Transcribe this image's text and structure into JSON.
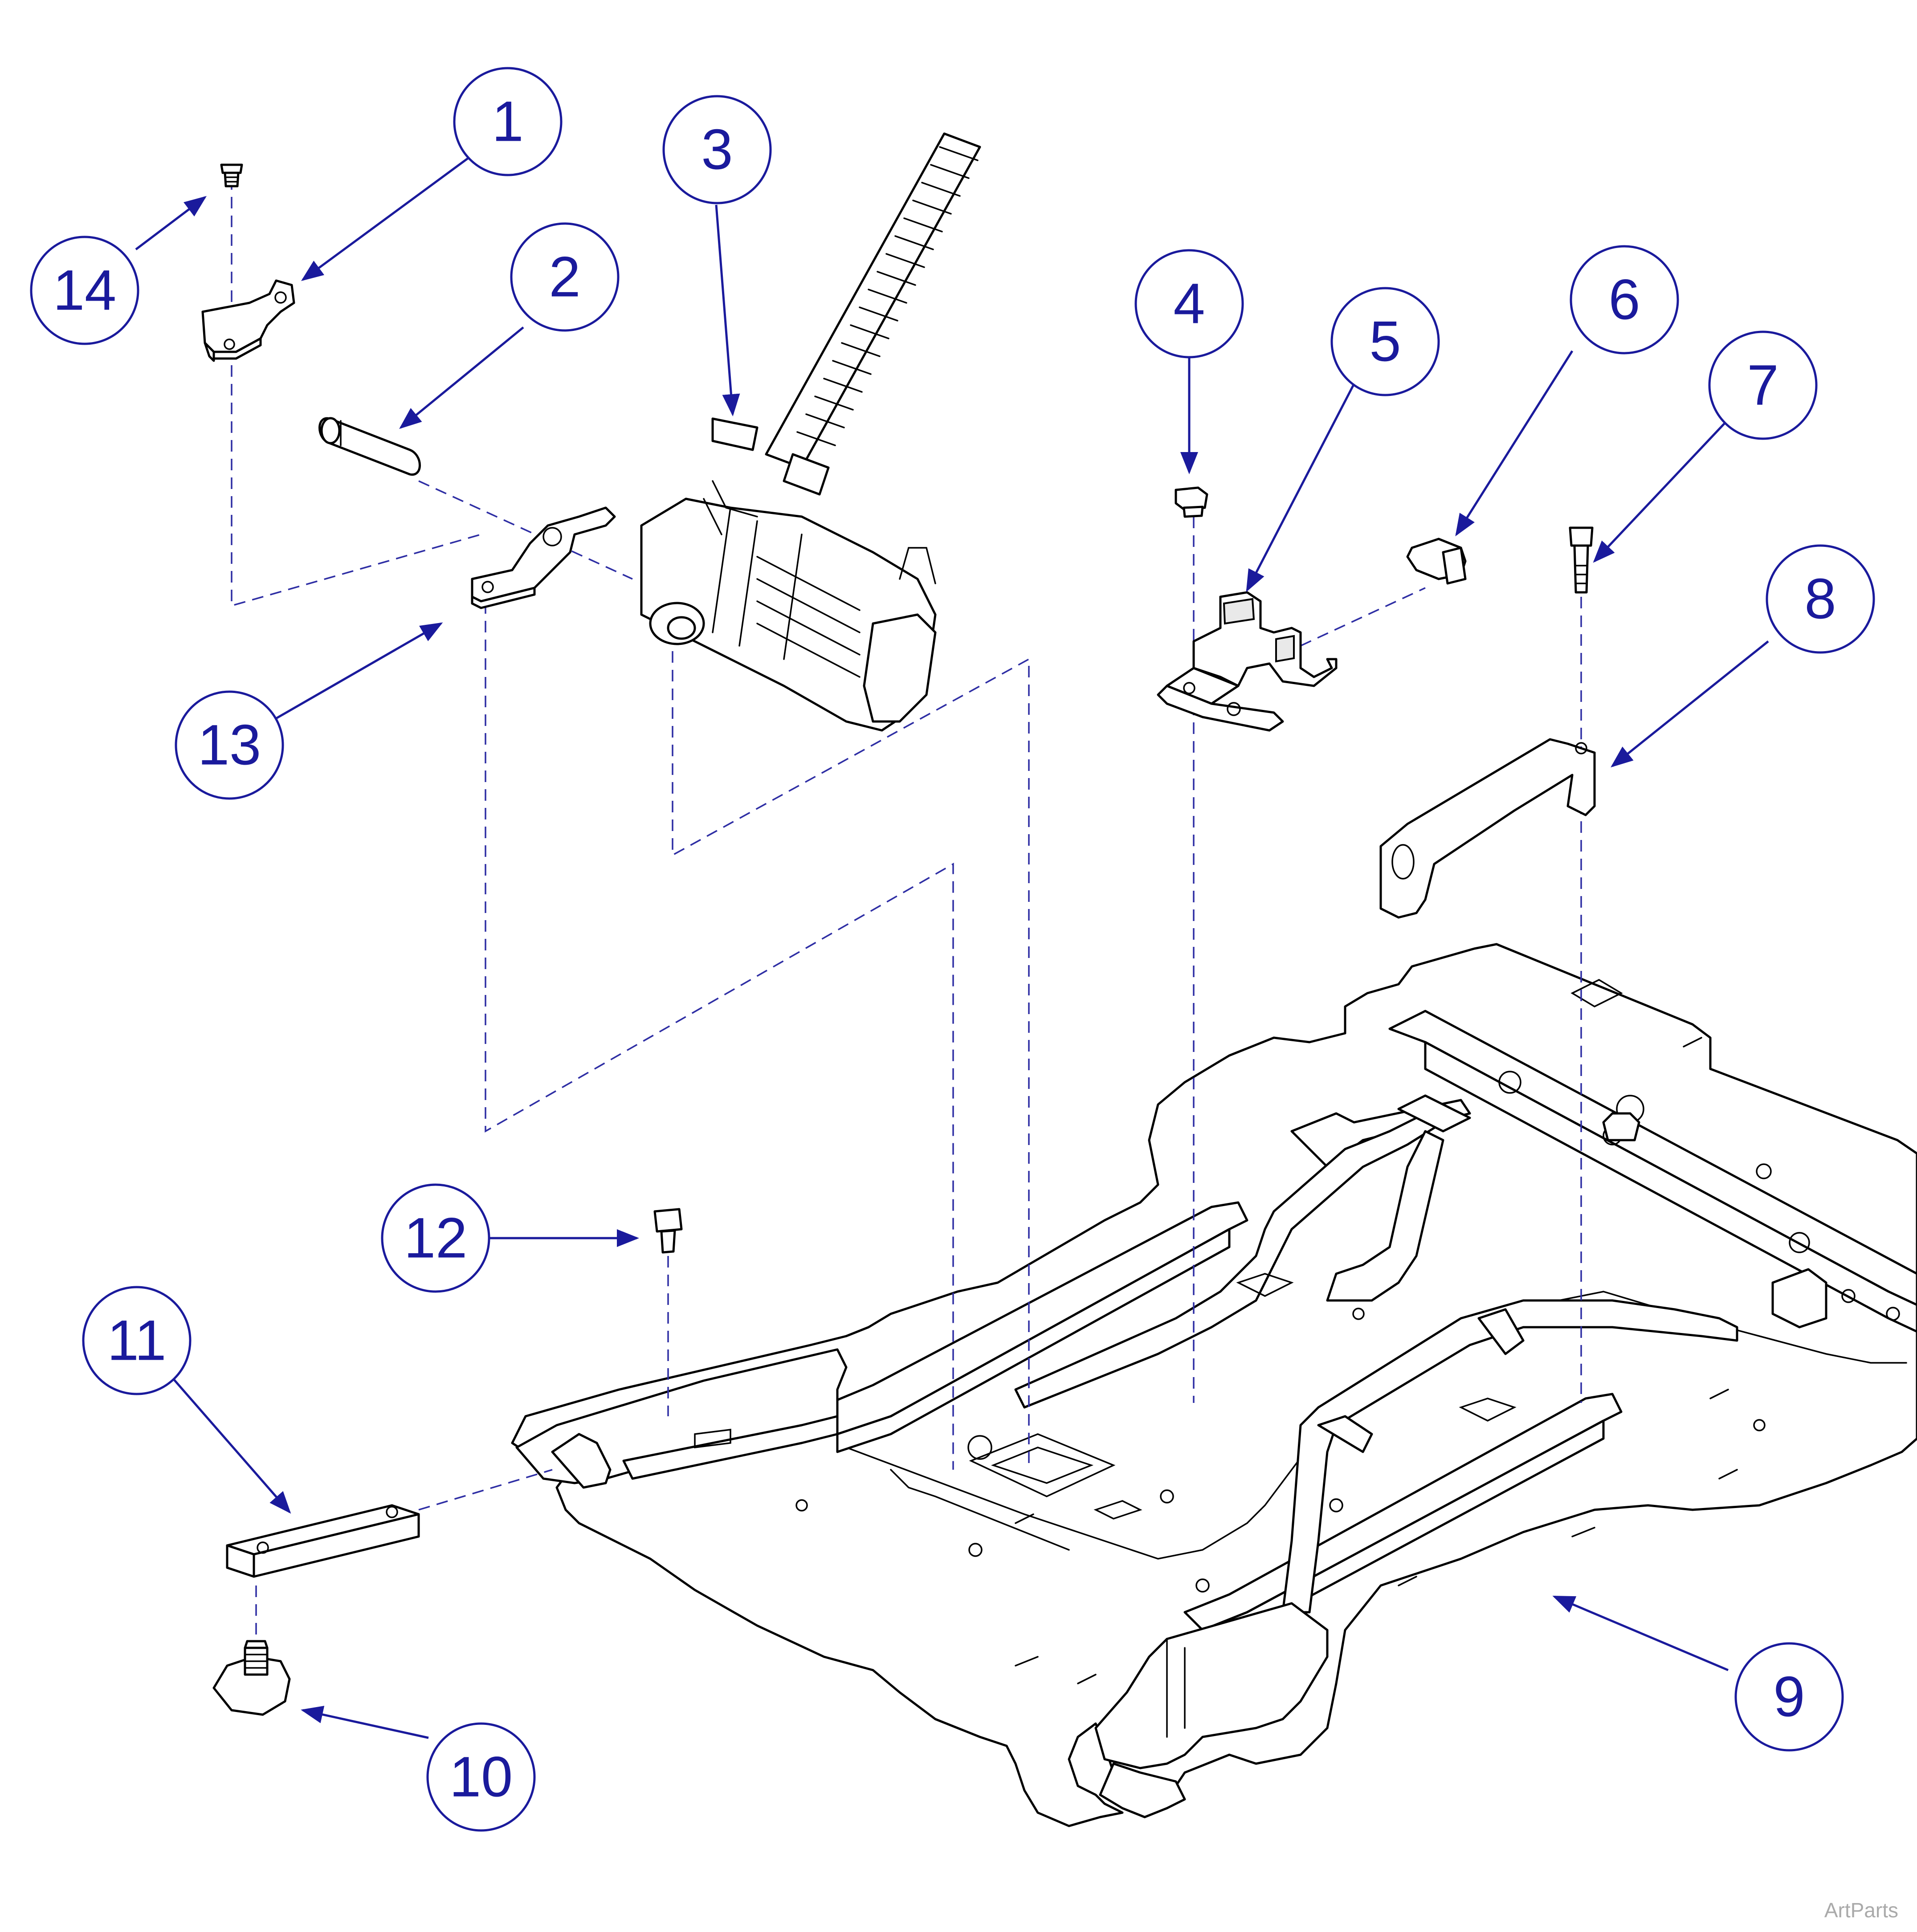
{
  "callouts": {
    "c1": "1",
    "c2": "2",
    "c3": "3",
    "c4": "4",
    "c5": "5",
    "c6": "6",
    "c7": "7",
    "c8": "8",
    "c9": "9",
    "c10": "10",
    "c11": "11",
    "c12": "12",
    "c13": "13",
    "c14": "14"
  },
  "watermark": "ArtParts",
  "colors": {
    "callout": "#1a1a9c",
    "leader": "#1a1a9c",
    "dashed_guide": "#2e2ea4",
    "outline": "#000000"
  }
}
